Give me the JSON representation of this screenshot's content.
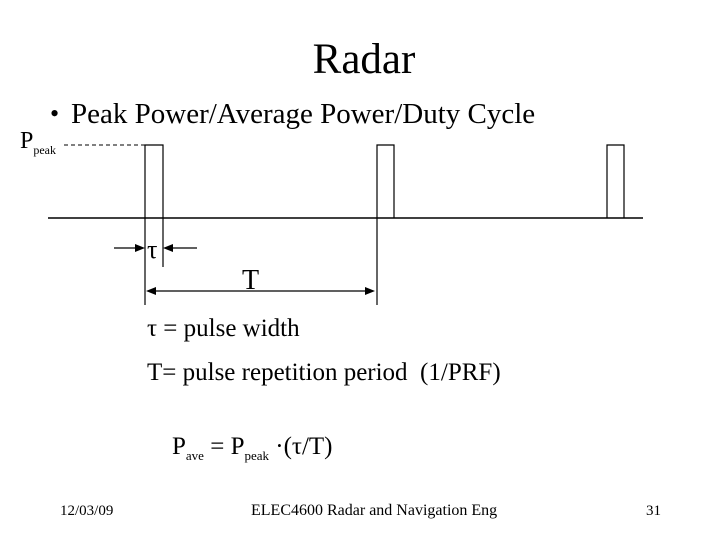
{
  "slide": {
    "title": "Radar",
    "bullet": {
      "marker": "•",
      "text": "Peak Power/Average Power/Duty Cycle"
    }
  },
  "diagram": {
    "p_peak": {
      "base": "P",
      "sub": "peak"
    },
    "tau_label": "τ",
    "t_label": "T"
  },
  "definitions": {
    "tau": "τ = pulse width",
    "period": "T= pulse repetition period  (1/PRF)"
  },
  "formula": {
    "lhs_base": "P",
    "lhs_sub": "ave",
    "equals": " = ",
    "rhs_base": "P",
    "rhs_sub": "peak",
    "factor": " ·(τ/T)"
  },
  "footer": {
    "date": "12/03/09",
    "course": "ELEC4600 Radar and Navigation Eng",
    "page": "31"
  },
  "colors": {
    "background": "#ffffff",
    "ink": "#000000"
  }
}
